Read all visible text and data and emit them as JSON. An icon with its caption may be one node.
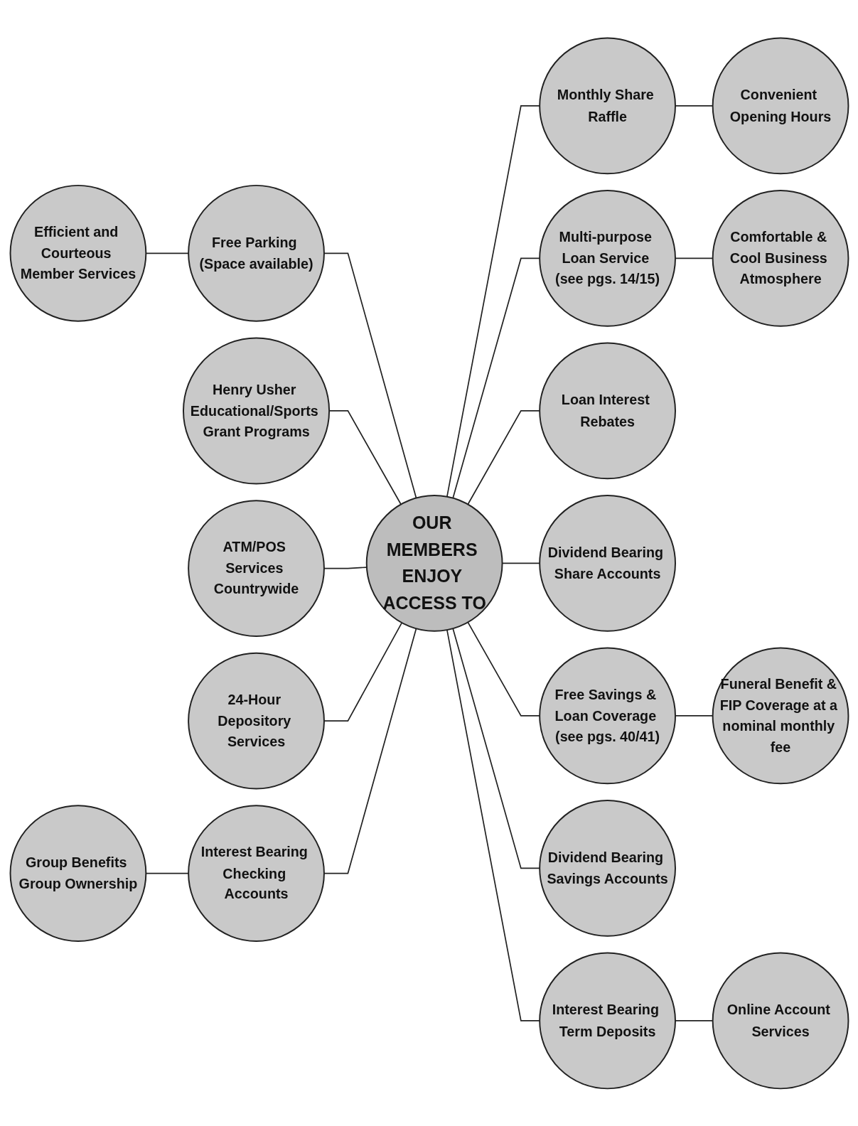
{
  "diagram": {
    "nodes": [
      {
        "text": [
          "Efficient and Courteous Member Services"
        ]
      },
      {
        "text": [
          "Comfortable & Cool Business Atmosphere"
        ]
      },
      {
        "text": [
          "Free Parking (Space available)"
        ]
      },
      {
        "text": [
          "Multi-purpose Loan Service (see pgs. 14/15)"
        ]
      },
      {
        "text": [
          "Convenient Opening Hours"
        ]
      },
      {
        "text": [
          "Henry Usher Educational/Sports Grant Programs"
        ]
      },
      {
        "text": [
          "Monthly Share Raffle"
        ]
      },
      {
        "text": [
          "Loan Interest Rebates"
        ]
      },
      {
        "text": [
          "OUR MEMBERS ENJOY ACCESS TO"
        ]
      },
      {
        "text": [
          "ATM/POS Services Countrywide"
        ]
      },
      {
        "text": [
          "Dividend Bearing Share Accounts"
        ]
      },
      {
        "text": [
          "24-Hour Depository Services"
        ]
      },
      {
        "text": [
          "Free Savings & Loan Coverage (see pgs. 40/41)"
        ]
      },
      {
        "text": [
          "Dividend Bearing Savings Accounts"
        ]
      },
      {
        "text": [
          "Funeral Benefit & FIP Coverage at a nominal monthly fee"
        ]
      },
      {
        "text": [
          "Interest Bearing Checking Accounts"
        ]
      },
      {
        "text": [
          "Interest Bearing Term Deposits"
        ]
      },
      {
        "text": [
          "Group Benefits Group Ownership"
        ]
      },
      {
        "text": [
          "Online Account Services"
        ]
      }
    ],
    "edges": [
      {
        "from": 0,
        "to": 2,
        "arrow": "none"
      },
      {
        "from": 3,
        "to": 1,
        "arrow": "none"
      },
      {
        "from": 6,
        "to": 4,
        "arrow": "none"
      },
      {
        "from": 2,
        "to": 8,
        "arrow": "none"
      },
      {
        "from": 5,
        "to": 8,
        "arrow": "none"
      },
      {
        "from": 9,
        "to": 8,
        "arrow": "none"
      },
      {
        "from": 11,
        "to": 8,
        "arrow": "none"
      },
      {
        "from": 15,
        "to": 8,
        "arrow": "none"
      },
      {
        "from": 8,
        "to": 6,
        "arrow": "none"
      },
      {
        "from": 8,
        "to": 3,
        "arrow": "none"
      },
      {
        "from": 8,
        "to": 7,
        "arrow": "none"
      },
      {
        "from": 8,
        "to": 10,
        "arrow": "none"
      },
      {
        "from": 8,
        "to": 12,
        "arrow": "none"
      },
      {
        "from": 8,
        "to": 13,
        "arrow": "none"
      },
      {
        "from": 8,
        "to": 16,
        "arrow": "none"
      },
      {
        "from": 12,
        "to": 14,
        "arrow": "none"
      },
      {
        "from": 17,
        "to": 15,
        "arrow": "none"
      },
      {
        "from": 16,
        "to": 18,
        "arrow": "none"
      }
    ]
  }
}
